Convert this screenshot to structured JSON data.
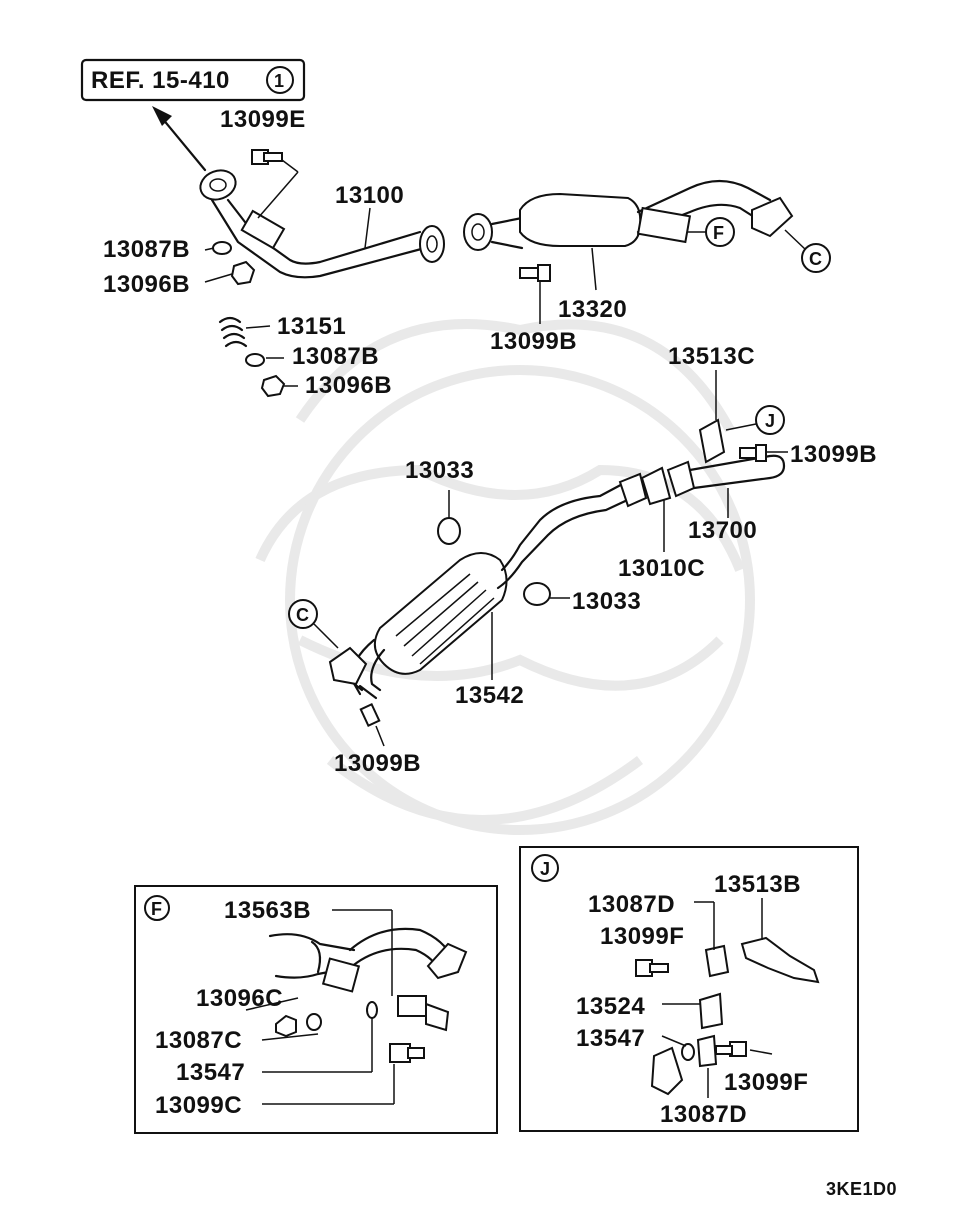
{
  "diagram": {
    "reference": "REF. 15-410",
    "reference_marker": "1",
    "diagram_code": "3KE1D0",
    "callouts": {
      "c": "C",
      "f": "F",
      "j": "J"
    },
    "main_labels": {
      "p13099e": "13099E",
      "p13100": "13100",
      "p13087b_a": "13087B",
      "p13096b_a": "13096B",
      "p13151": "13151",
      "p13087b_b": "13087B",
      "p13096b_b": "13096B",
      "p13320": "13320",
      "p13099b_a": "13099B",
      "p13513c": "13513C",
      "p13099b_b": "13099B",
      "p13033_a": "13033",
      "p13700": "13700",
      "p13010c": "13010C",
      "p13033_b": "13033",
      "p13542": "13542",
      "p13099b_c": "13099B"
    },
    "detail_f": {
      "title": "F",
      "labels": {
        "p13563b": "13563B",
        "p13096c": "13096C",
        "p13087c": "13087C",
        "p13547": "13547",
        "p13099c": "13099C"
      }
    },
    "detail_j": {
      "title": "J",
      "labels": {
        "p13087d_a": "13087D",
        "p13513b": "13513B",
        "p13099f_a": "13099F",
        "p13524": "13524",
        "p13547": "13547",
        "p13099f_b": "13099F",
        "p13087d_b": "13087D"
      }
    },
    "colors": {
      "line": "#111111",
      "watermark": "#e9e9e9"
    }
  }
}
